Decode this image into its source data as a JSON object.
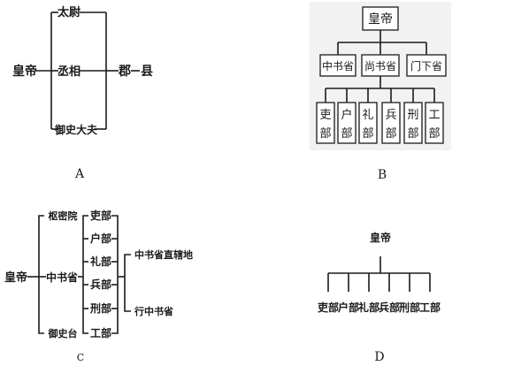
{
  "diagram_a": {
    "emperor": "皇帝",
    "officials": [
      "太尉",
      "丞相",
      "御史大夫"
    ],
    "commandery": "郡",
    "county": "县",
    "caption": "A"
  },
  "diagram_b": {
    "emperor": "皇帝",
    "departments": [
      "中书省",
      "尚书省",
      "门下省"
    ],
    "ministries": [
      [
        "吏",
        "部"
      ],
      [
        "户",
        "部"
      ],
      [
        "礼",
        "部"
      ],
      [
        "兵",
        "部"
      ],
      [
        "刑",
        "部"
      ],
      [
        "工",
        "部"
      ]
    ],
    "caption": "B"
  },
  "diagram_c": {
    "emperor": "皇帝",
    "organs": [
      "枢密院",
      "中书省",
      "御史台"
    ],
    "ministries": [
      "吏部",
      "户部",
      "礼部",
      "兵部",
      "刑部",
      "工部"
    ],
    "regions": [
      "中书省直辖地",
      "行中书省"
    ],
    "caption": "C"
  },
  "diagram_d": {
    "emperor": "皇帝",
    "ministries": [
      "吏部",
      "户部",
      "礼部",
      "兵部",
      "刑部",
      "工部"
    ],
    "caption": "D"
  }
}
